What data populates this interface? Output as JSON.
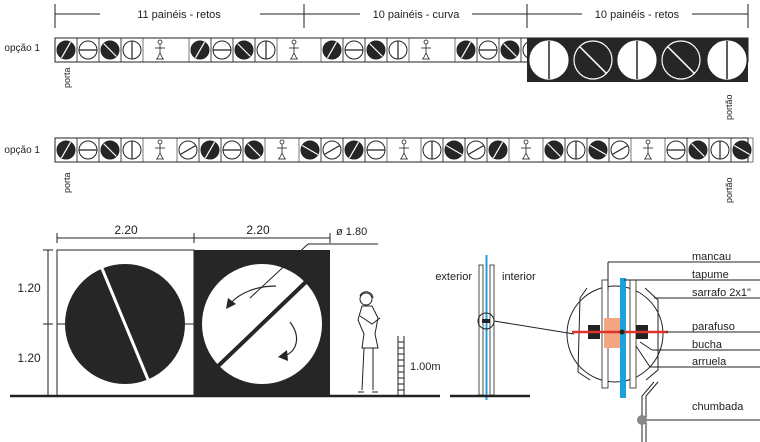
{
  "sections": [
    {
      "label": "11 painéis - retos"
    },
    {
      "label": "10 painéis - curva"
    },
    {
      "label": "10 painéis - retos"
    }
  ],
  "rows": [
    {
      "option_label": "opção 1",
      "left_note": "porta",
      "right_note": "portão"
    },
    {
      "option_label": "opção 1",
      "left_note": "porta",
      "right_note": "portão"
    }
  ],
  "elevation": {
    "width_left": "2.20",
    "width_right": "2.20",
    "diameter": "ø 1.80",
    "height_top": "1.20",
    "height_bottom": "1.20",
    "ruler_label": "1.00m"
  },
  "section_view": {
    "exterior": "exterior",
    "interior": "interior"
  },
  "detail": {
    "labels": [
      "mancau",
      "tapume",
      "sarrafo 2x1\"",
      "parafuso",
      "bucha",
      "arruela",
      "chumbada"
    ]
  },
  "colors": {
    "ink": "#222222",
    "accent_red": "#e0322a",
    "accent_blue": "#1ea0dc",
    "accent_peach": "#f4a582"
  }
}
